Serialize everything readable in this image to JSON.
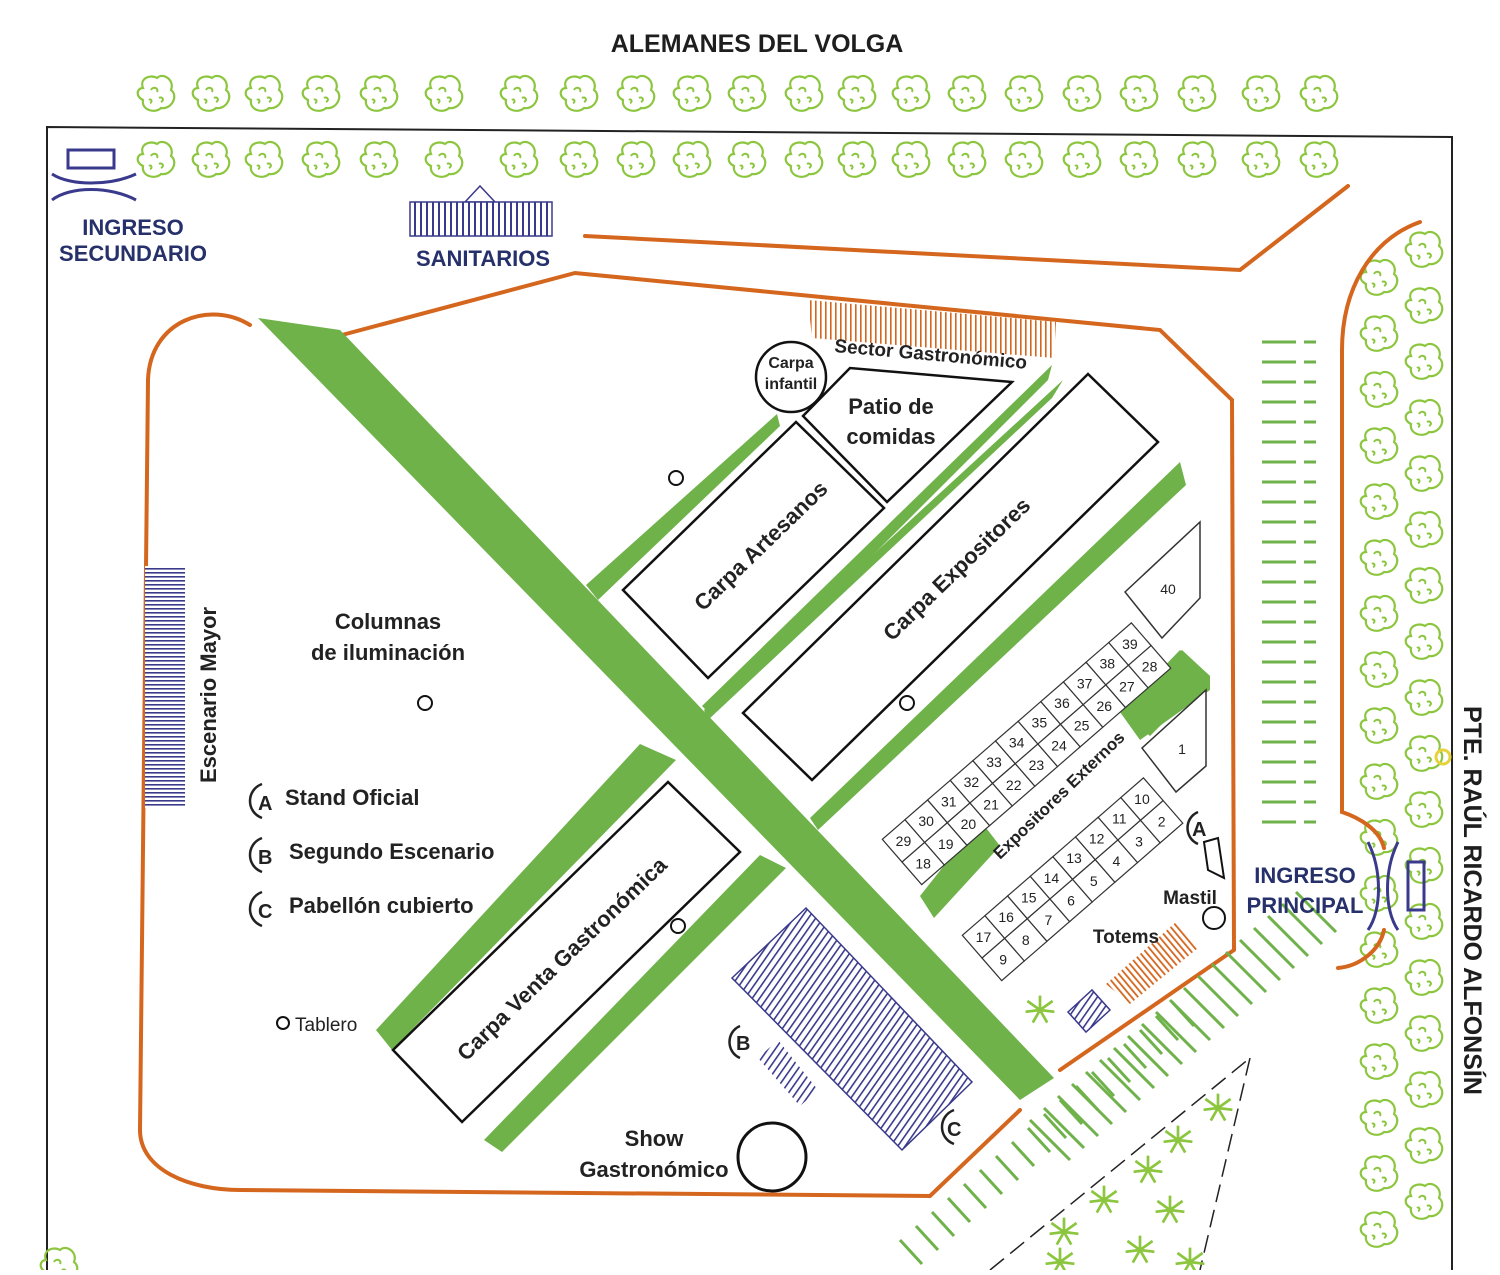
{
  "title_top": "ALEMANES DEL VOLGA",
  "title_right": "PTE. RAÚL RICARDO ALFONSÍN",
  "ingreso_secundario": [
    "INGRESO",
    "SECUNDARIO"
  ],
  "ingreso_principal": [
    "INGRESO",
    "PRINCIPAL"
  ],
  "sanitarios": "SANITARIOS",
  "escenario_mayor": "Escenario Mayor",
  "columnas": [
    "Columnas",
    "de iluminación"
  ],
  "sector_gastronomico": "Sector Gastronómico",
  "carpa_infantil": [
    "Carpa",
    "infantil"
  ],
  "patio_comidas": [
    "Patio de",
    "comidas"
  ],
  "carpa_artesanos": "Carpa Artesanos",
  "carpa_expositores": "Carpa Expositores",
  "carpa_venta": "Carpa Venta Gastronómica",
  "expositores_externos": "Expositores Externos",
  "mastil": "Mastil",
  "totems": "Totems",
  "tablero": "Tablero",
  "show": [
    "Show",
    "Gastronómico"
  ],
  "legend": [
    {
      "letter": "A",
      "label": "Stand Oficial"
    },
    {
      "letter": "B",
      "label": "Segundo Escenario"
    },
    {
      "letter": "C",
      "label": "Pabellón cubierto"
    }
  ],
  "marker_b": "B",
  "marker_c": "C",
  "marker_a": "A",
  "stalls_upper_bottom_row": [
    "18",
    "19",
    "20",
    "21",
    "22",
    "23",
    "24",
    "25",
    "26",
    "27",
    "28"
  ],
  "stalls_upper_top_row": [
    "29",
    "30",
    "31",
    "32",
    "33",
    "34",
    "35",
    "36",
    "37",
    "38",
    "39"
  ],
  "stall_40": "40",
  "stalls_lower_bottom_row": [
    "9",
    "8",
    "7",
    "6",
    "5",
    "4",
    "3",
    "2"
  ],
  "stalls_lower_top_row": [
    "17",
    "16",
    "15",
    "14",
    "13",
    "12",
    "11",
    "10"
  ],
  "stall_1": "1",
  "colors": {
    "path_green": "#6fb24a",
    "border_orange": "#d4661e",
    "navy": "#3a3a8c",
    "tree_green": "#8cc63f"
  }
}
